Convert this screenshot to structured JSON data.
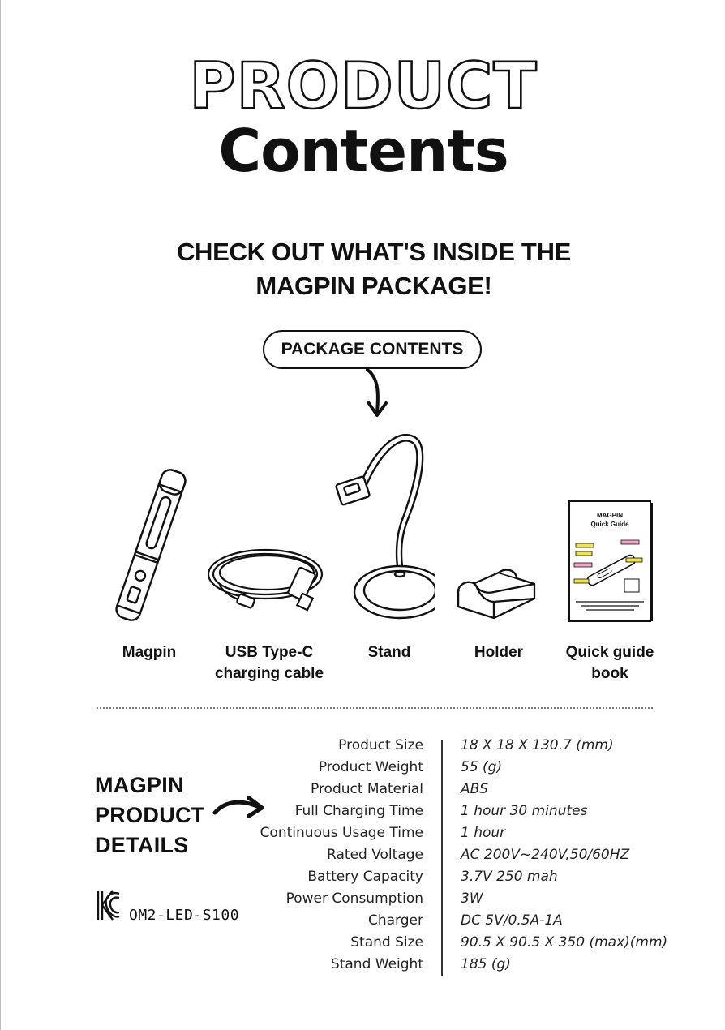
{
  "header": {
    "title_line1": "PRODUCT",
    "title_line2": "Contents",
    "subtitle_line1": "CHECK OUT WHAT'S INSIDE THE",
    "subtitle_line2": "MAGPIN PACKAGE!"
  },
  "package": {
    "badge_label": "PACKAGE CONTENTS",
    "items": [
      {
        "label_line1": "Magpin",
        "label_line2": "",
        "icon": "pen-light-icon"
      },
      {
        "label_line1": "USB Type-C",
        "label_line2": "charging cable",
        "icon": "usb-cable-icon"
      },
      {
        "label_line1": "Stand",
        "label_line2": "",
        "icon": "stand-icon"
      },
      {
        "label_line1": "Holder",
        "label_line2": "",
        "icon": "holder-icon"
      },
      {
        "label_line1": "Quick guide",
        "label_line2": "book",
        "icon": "book-icon"
      }
    ],
    "booklet": {
      "title_line1": "MAGPIN",
      "title_line2": "Quick Guide"
    }
  },
  "details": {
    "heading_line1": "MAGPIN",
    "heading_line2": "PRODUCT",
    "heading_line3": "DETAILS",
    "model": "OM2-LED-S100",
    "specs": [
      {
        "label": "Product Size",
        "value": "18 X 18 X 130.7 (mm)"
      },
      {
        "label": "Product Weight",
        "value": "55 (g)"
      },
      {
        "label": "Product Material",
        "value": "ABS"
      },
      {
        "label": "Full Charging Time",
        "value": "1 hour 30 minutes"
      },
      {
        "label": "Continuous Usage Time",
        "value": "1 hour"
      },
      {
        "label": "Rated Voltage",
        "value": "AC 200V~240V,50/60HZ"
      },
      {
        "label": "Battery Capacity",
        "value": "3.7V 250 mah"
      },
      {
        "label": "Power Consumption",
        "value": "3W"
      },
      {
        "label": "Charger",
        "value": "DC 5V/0.5A-1A"
      },
      {
        "label": "Stand Size",
        "value": "90.5 X 90.5 X 350 (max)(mm)"
      },
      {
        "label": "Stand Weight",
        "value": "185 (g)"
      }
    ]
  },
  "colors": {
    "ink": "#111111",
    "page": "#ffffff",
    "booklet_accent": "#f4e24b",
    "booklet_pink": "#f3a6c8"
  }
}
